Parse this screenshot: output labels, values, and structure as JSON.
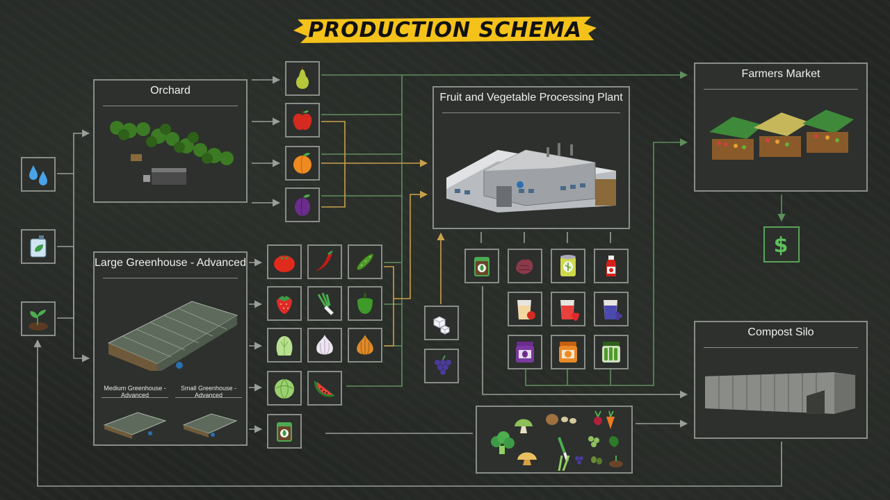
{
  "title": "PRODUCTION SCHEMA",
  "colors": {
    "raw_flow": "#5f8f5c",
    "product_flow": "#c9a14a",
    "title_bg": "#f4c21a"
  },
  "inputs": [
    {
      "name": "water",
      "icon": "water-drops-icon"
    },
    {
      "name": "fertilizer",
      "icon": "fertilizer-canister-icon"
    },
    {
      "name": "compost",
      "icon": "compost-sprout-icon"
    }
  ],
  "orchard": {
    "title": "Orchard",
    "outputs": [
      "pear-icon",
      "apple-icon",
      "peach-icon",
      "plum-icon"
    ]
  },
  "greenhouse": {
    "title": "Large Greenhouse - Advanced",
    "medium_label": "Medium Greenhouse - Advanced",
    "small_label": "Small Greenhouse - Advanced",
    "outputs": [
      "tomato-icon",
      "chili-icon",
      "cucumber-icon",
      "strawberry-icon",
      "spring-onion-icon",
      "pepper-icon",
      "lettuce-icon",
      "garlic-icon",
      "onion-icon",
      "cabbage-icon",
      "watermelon-icon",
      "compost-bag-icon"
    ]
  },
  "plant": {
    "title": "Fruit and Vegetable Processing Plant",
    "extra_inputs": [
      "sugar-icon",
      "grapes-icon"
    ],
    "outputs": [
      "compost-bag-icon",
      "dried-fruit-icon",
      "canned-food-icon",
      "ketchup-icon",
      "apple-juice-icon",
      "strawberry-juice-icon",
      "grape-juice-icon",
      "plum-jam-icon",
      "peach-jam-icon",
      "pickles-jar-icon"
    ]
  },
  "market": {
    "title": "Farmers Market",
    "output": "dollar-icon"
  },
  "compost_silo": {
    "title": "Compost Silo"
  },
  "waste_icons": [
    "broccoli-icon",
    "mushroom-icon",
    "potato-icon",
    "beans-icon",
    "beet-icon",
    "carrot-icon",
    "leek-icon",
    "grapes-icon",
    "spinach-icon",
    "chanterelle-icon",
    "sprouts-icon",
    "olives-icon",
    "compost-icon"
  ]
}
